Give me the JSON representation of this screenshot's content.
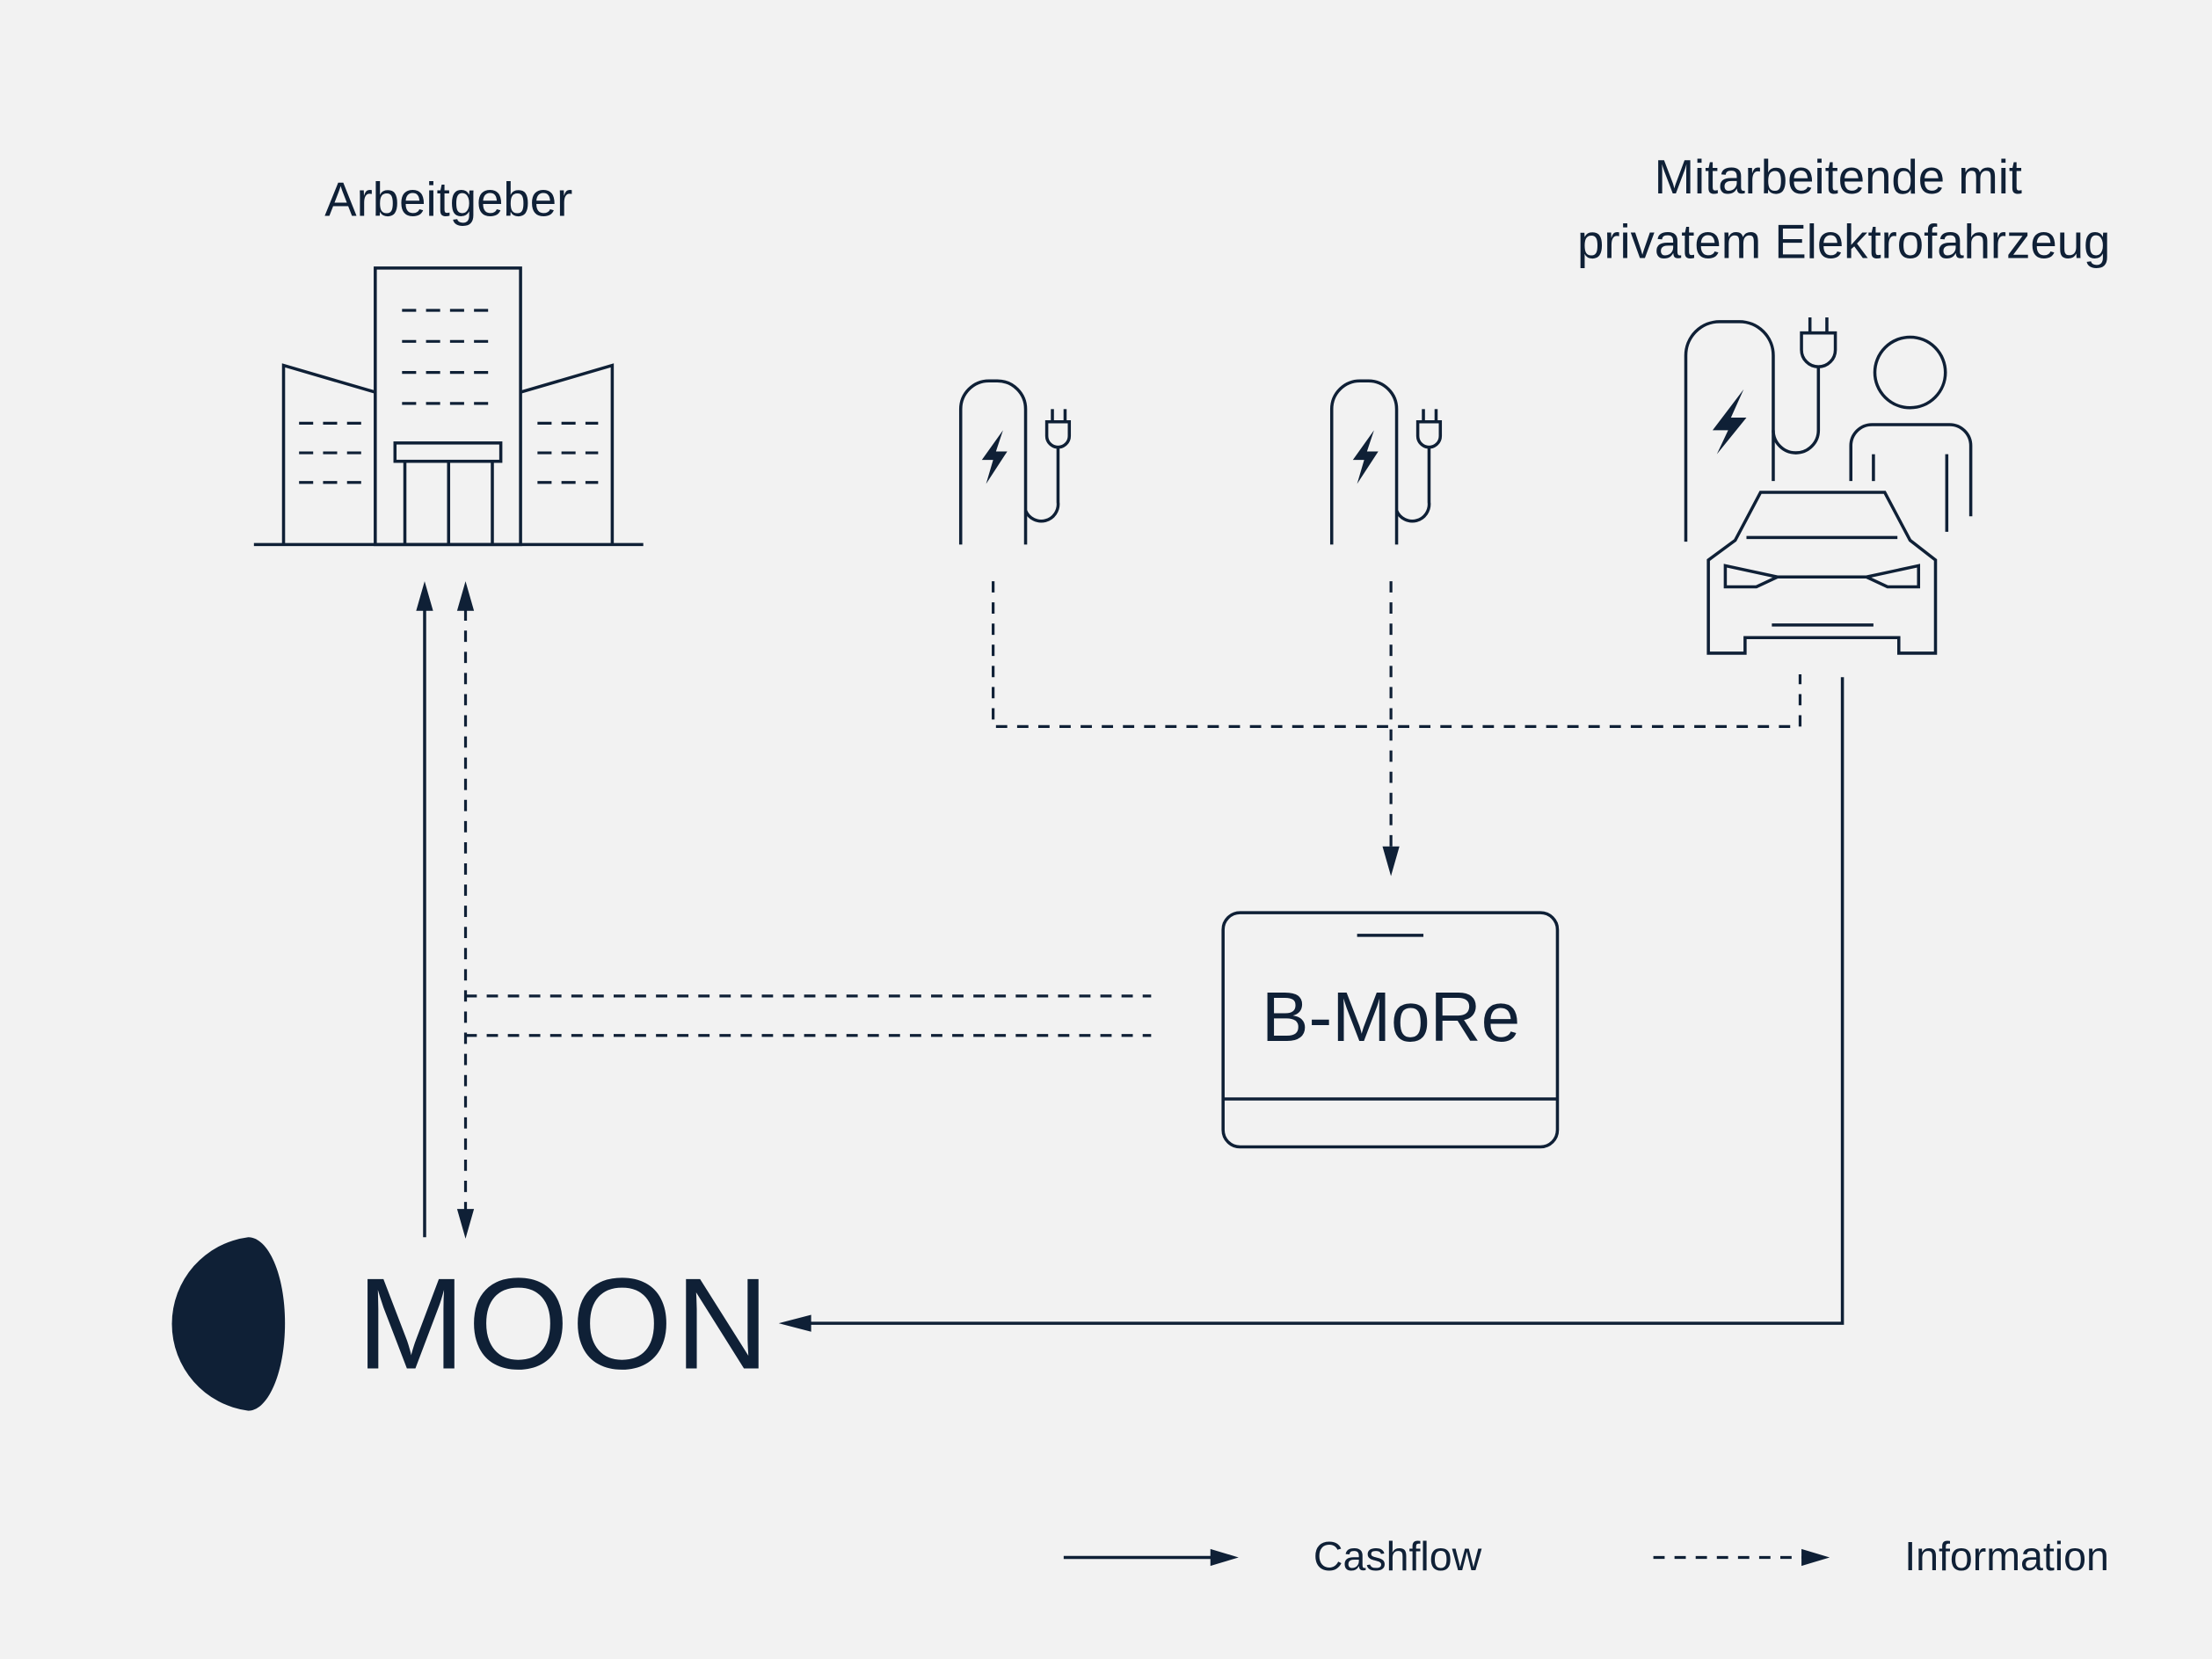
{
  "title_employer": "Arbeitgeber",
  "title_employees": [
    "Mitarbeitende mit",
    "privatem Elektrofahrzeug"
  ],
  "bmore_label": "B-MoRe",
  "moon_label": "MOON",
  "legend": {
    "cashflow": "Cashflow",
    "information": "Information"
  },
  "colors": {
    "ink": "#0f2036",
    "background": "#f2f2f2"
  }
}
